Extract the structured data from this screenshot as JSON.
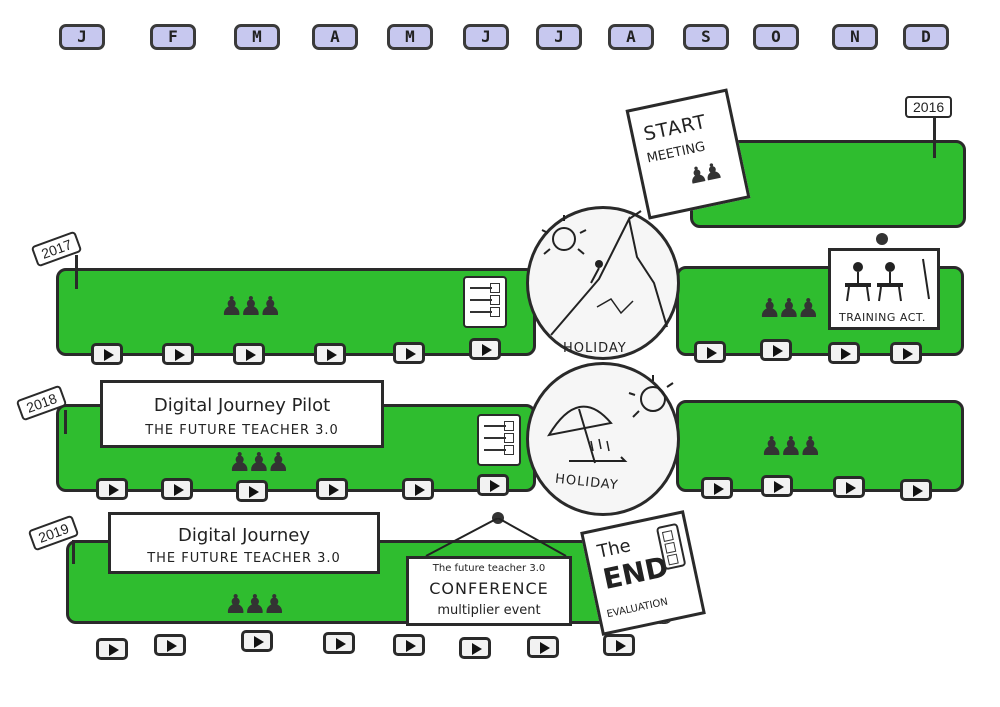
{
  "months": [
    "J",
    "F",
    "M",
    "A",
    "M",
    "J",
    "J",
    "A",
    "S",
    "O",
    "N",
    "D"
  ],
  "years": {
    "y2016": "2016",
    "y2017": "2017",
    "y2018": "2018",
    "y2019": "2019"
  },
  "start_card": {
    "line1": "START",
    "line2": "MEETING"
  },
  "holiday": {
    "top": "HOLIDAY",
    "bottom": "HOLIDAY"
  },
  "training_card": {
    "label": "TRAINING ACT."
  },
  "pilot_banner": {
    "title": "Digital Journey Pilot",
    "subtitle": "THE FUTURE TEACHER 3.0"
  },
  "journey_banner": {
    "title": "Digital Journey",
    "subtitle": "THE FUTURE TEACHER 3.0"
  },
  "conference_card": {
    "line1": "The future teacher 3.0",
    "line2": "CONFERENCE",
    "line3": "multiplier event"
  },
  "end_card": {
    "line1": "The",
    "line2": "END",
    "line3": "EVALUATION"
  },
  "colors": {
    "band": "#2fbd2f",
    "month_pill": "#c7c8ef"
  },
  "icons": [
    "play-icon",
    "people-icon",
    "checklist-icon",
    "mountain-climber-icon",
    "beach-umbrella-icon",
    "sun-icon",
    "classroom-icon"
  ]
}
